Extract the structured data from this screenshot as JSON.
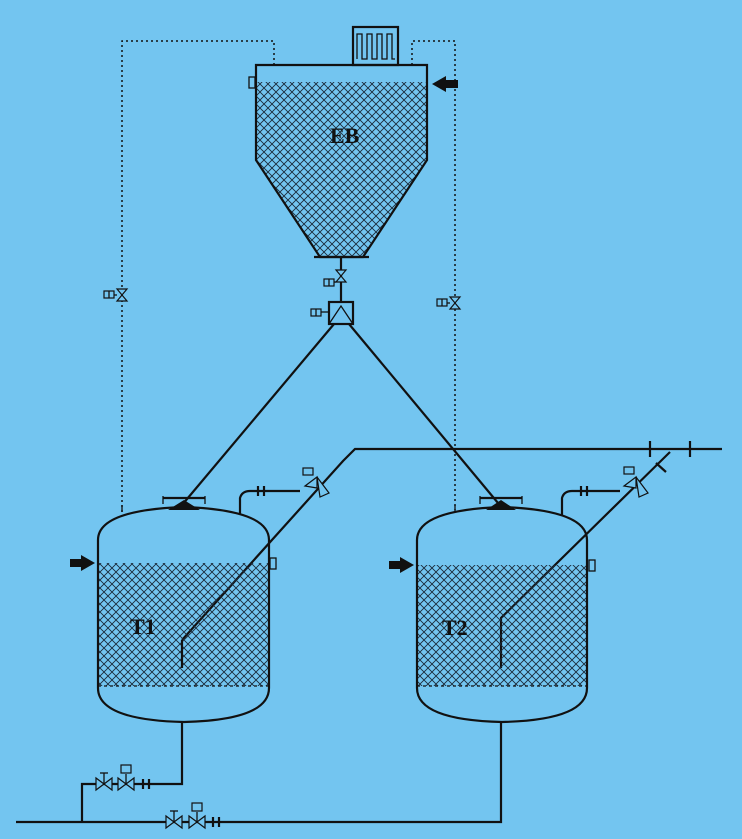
{
  "labels": {
    "hopper": "EB",
    "tank_1": "T1",
    "tank_2": "T2"
  },
  "colors": {
    "background": "#73c5f0",
    "line": "#111111",
    "fill_pattern": "#1a2a3a"
  },
  "components": {
    "hopper": "storage-hopper-with-heater",
    "tanks": [
      "tank-T1",
      "tank-T2"
    ],
    "valves": [
      "manual-valve",
      "actuated-valve",
      "check-valve"
    ],
    "inlet_arrows": 3
  }
}
